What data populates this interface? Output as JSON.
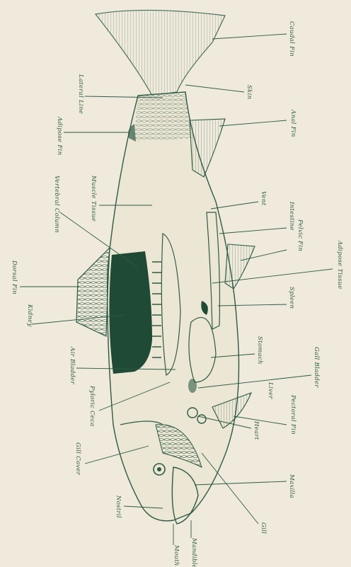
{
  "labels": {
    "caudal_fin": "Caudal Fin",
    "lateral_line": "Lateral Line",
    "skin": "Skin",
    "adipose_fin": "Adipose Fin",
    "anal_fin": "Anal Fin",
    "vertebral_column": "Vertebral Column",
    "muscle_tissue": "Muscle Tissue",
    "vent": "Vent",
    "intestine": "Intestine",
    "pelvic_fin": "Pelvic Fin",
    "adipose_tissue": "Adipose Tissue",
    "dorsal_fin": "Dorsal Fin",
    "kidney": "Kidney",
    "spleen": "Spleen",
    "air_bladder": "Air Bladder",
    "stomach": "Stomach",
    "gall_bladder": "Gall Bladder",
    "pyloric_ceca": "Pyloric Ceca",
    "liver": "Liver",
    "pectoral_fin": "Pectoral Fin",
    "heart": "Heart",
    "gill_cover": "Gill Cover",
    "maxilla": "Maxilla",
    "nostril": "Nostril",
    "gill": "Gill",
    "mouth": "Mouth",
    "mandible": "Mandible"
  },
  "colors": {
    "ink": "#2d5a45",
    "dark": "#1f4a35",
    "paper": "#efeadc"
  }
}
